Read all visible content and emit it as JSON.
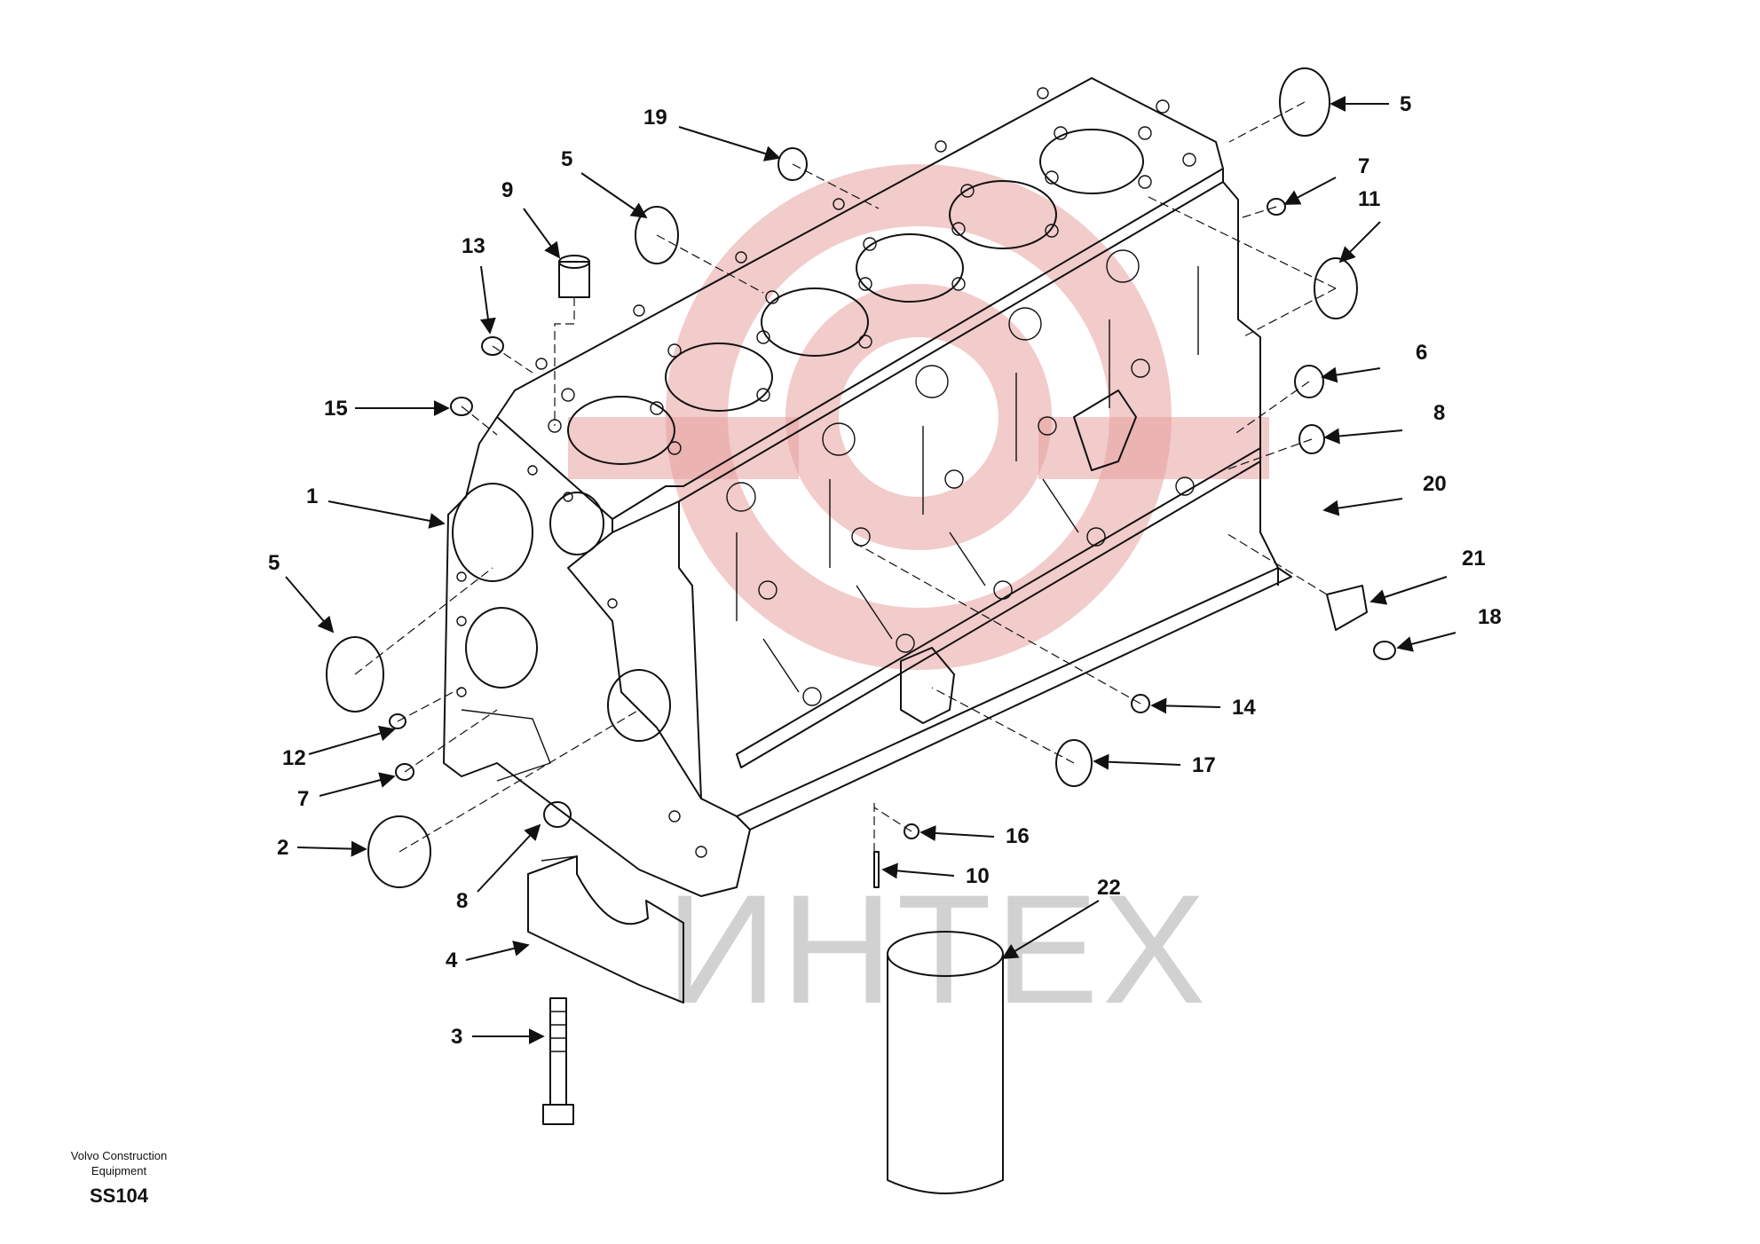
{
  "diagram": {
    "watermark": "ИНТЕХ",
    "callouts": [
      {
        "label": "1"
      },
      {
        "label": "2"
      },
      {
        "label": "3"
      },
      {
        "label": "4"
      },
      {
        "label": "5"
      },
      {
        "label": "5"
      },
      {
        "label": "5"
      },
      {
        "label": "6"
      },
      {
        "label": "7"
      },
      {
        "label": "7"
      },
      {
        "label": "8"
      },
      {
        "label": "8"
      },
      {
        "label": "9"
      },
      {
        "label": "10"
      },
      {
        "label": "11"
      },
      {
        "label": "12"
      },
      {
        "label": "13"
      },
      {
        "label": "14"
      },
      {
        "label": "15"
      },
      {
        "label": "16"
      },
      {
        "label": "17"
      },
      {
        "label": "18"
      },
      {
        "label": "19"
      },
      {
        "label": "20"
      },
      {
        "label": "21"
      },
      {
        "label": "22"
      }
    ]
  },
  "footer": {
    "company_line1": "Volvo Construction",
    "company_line2": "Equipment",
    "code": "SS104"
  },
  "colors": {
    "line": "#111111",
    "watermark_red": "#e8a0a0",
    "watermark_gray": "#9a9a9a"
  }
}
